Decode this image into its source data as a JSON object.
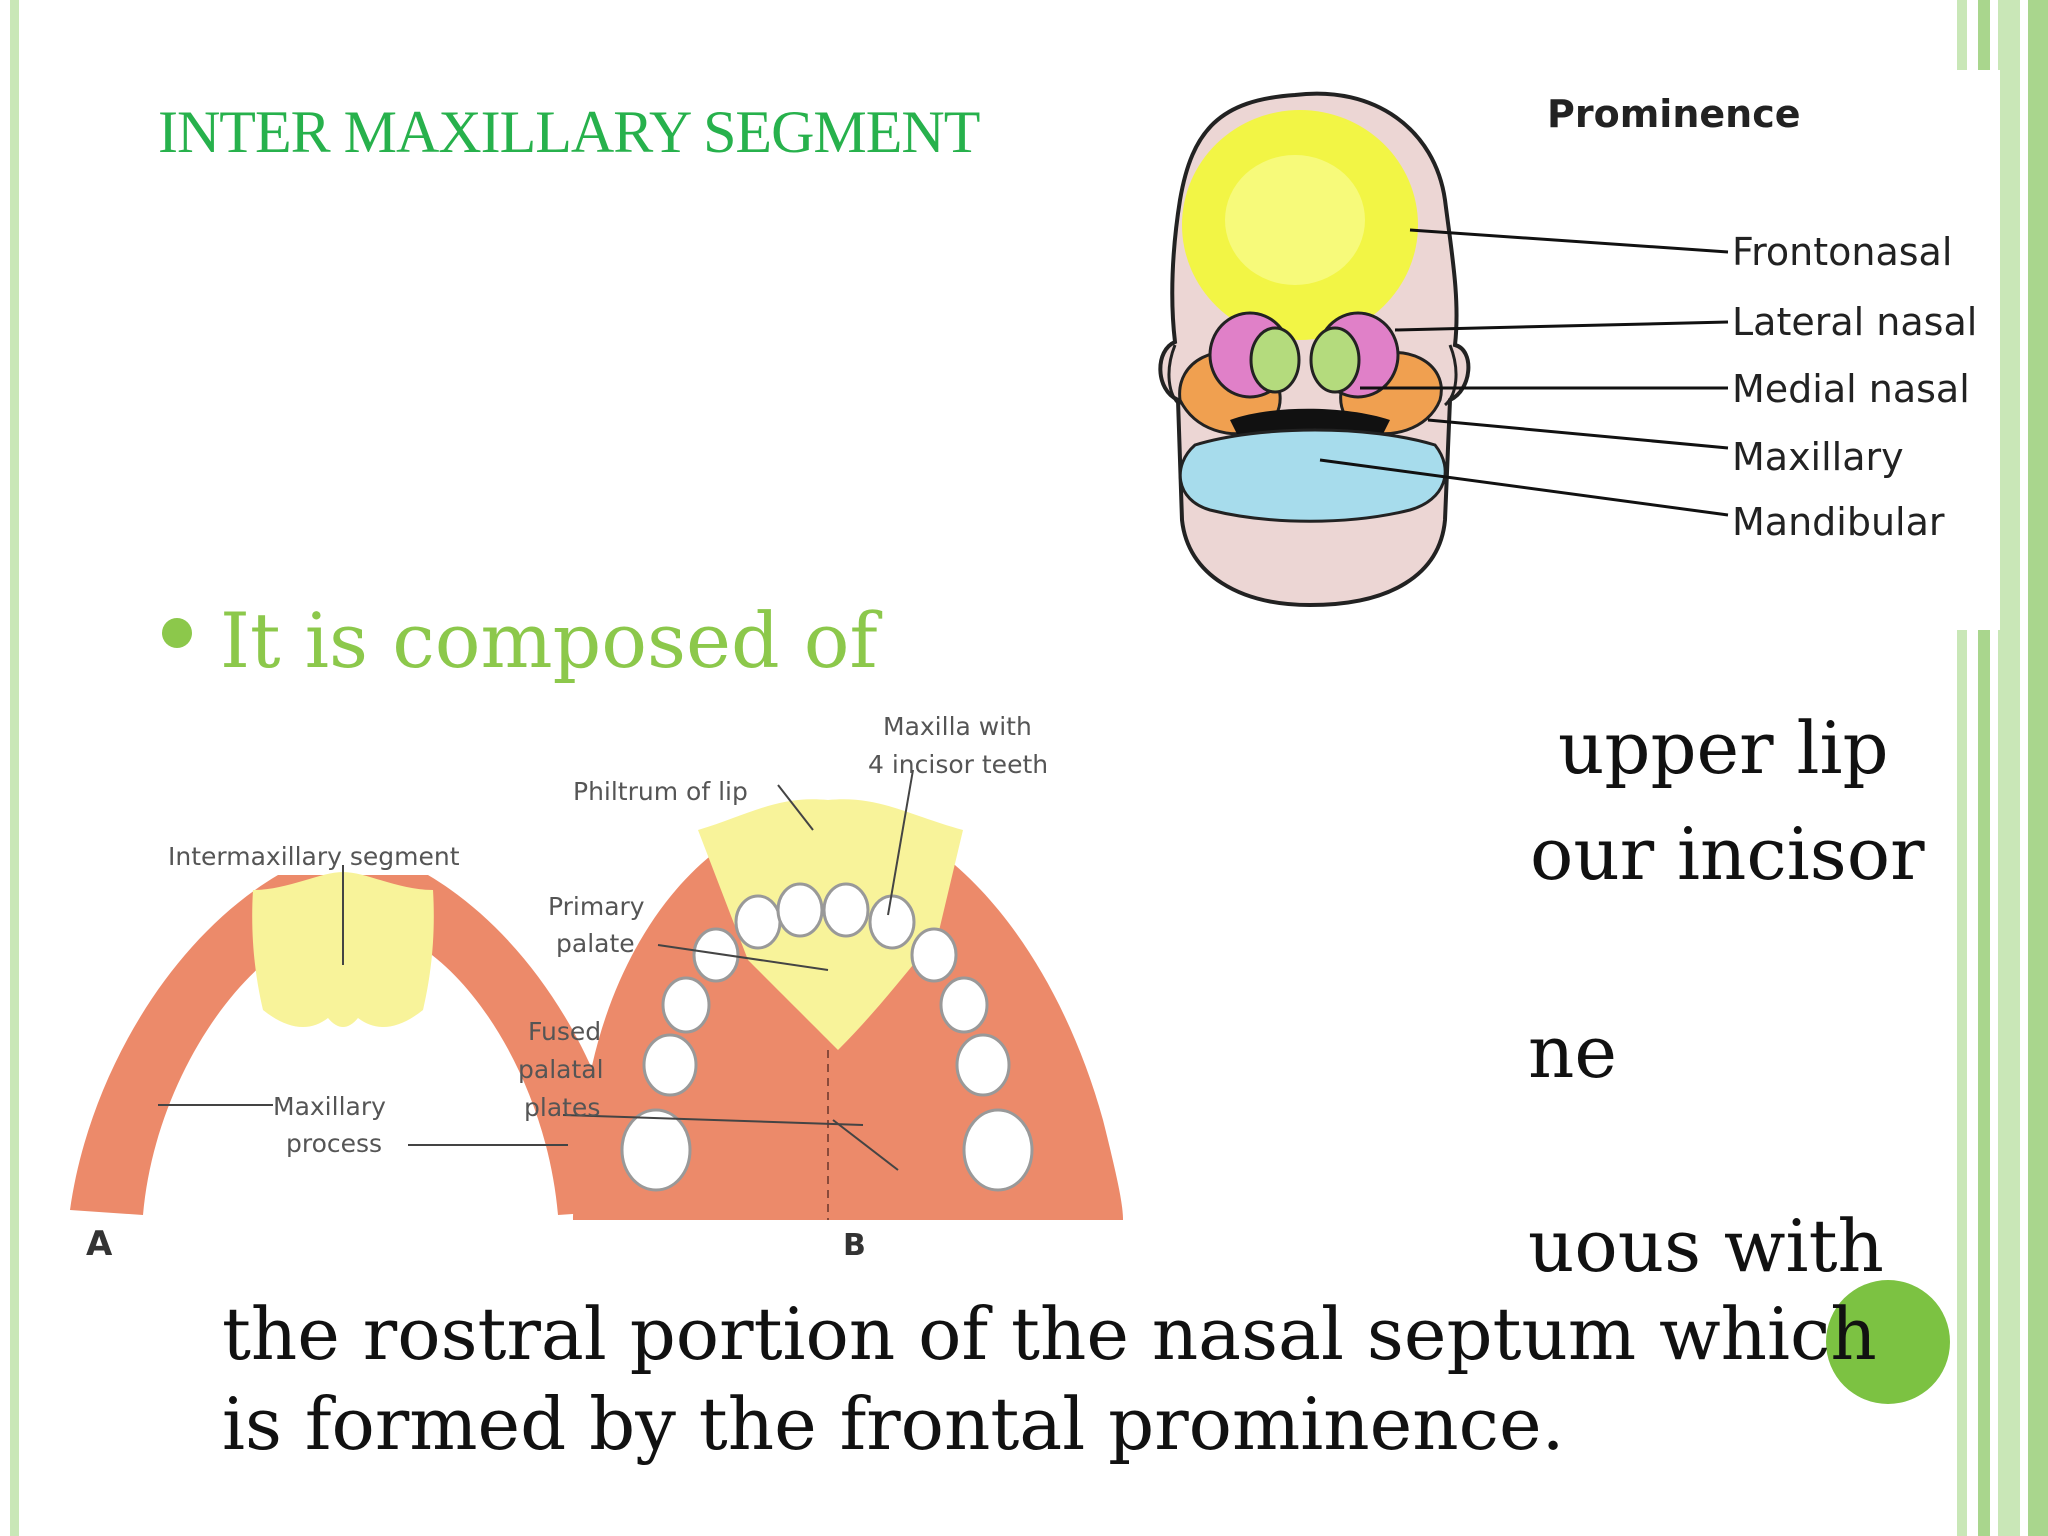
{
  "slide": {
    "title": "INTER MAXILLARY SEGMENT",
    "bullet": "It is composed of",
    "partial_lines": [
      "upper lip",
      "our incisor",
      "ne",
      "uous with"
    ],
    "body_lines": [
      "the rostral portion of the nasal septum which",
      "is formed by the frontal prominence."
    ]
  },
  "figure_top": {
    "heading": "Prominence",
    "labels": [
      "Frontonasal",
      "Lateral nasal",
      "Medial nasal",
      "Maxillary",
      "Mandibular"
    ],
    "colors": {
      "frontonasal": "#f2f545",
      "lateral_nasal": "#e080c8",
      "medial_nasal": "#b4db7d",
      "maxillary": "#f0a050",
      "mandibular": "#a7dcec",
      "head": "#ecd6d4"
    }
  },
  "figure_bottom": {
    "panel_a": {
      "letter": "A",
      "label_intermaxillary": "Intermaxillary segment",
      "label_maxillary_1": "Maxillary",
      "label_maxillary_2": "process"
    },
    "panel_b": {
      "letter": "B",
      "label_maxilla_1": "Maxilla with",
      "label_maxilla_2": "4 incisor teeth",
      "label_philtrum": "Philtrum of lip",
      "label_primary_1": "Primary",
      "label_primary_2": "palate",
      "label_fused_1": "Fused",
      "label_fused_2": "palatal",
      "label_fused_3": "plates"
    },
    "colors": {
      "process": "#ec8a6a",
      "segment": "#f8f39a"
    }
  }
}
